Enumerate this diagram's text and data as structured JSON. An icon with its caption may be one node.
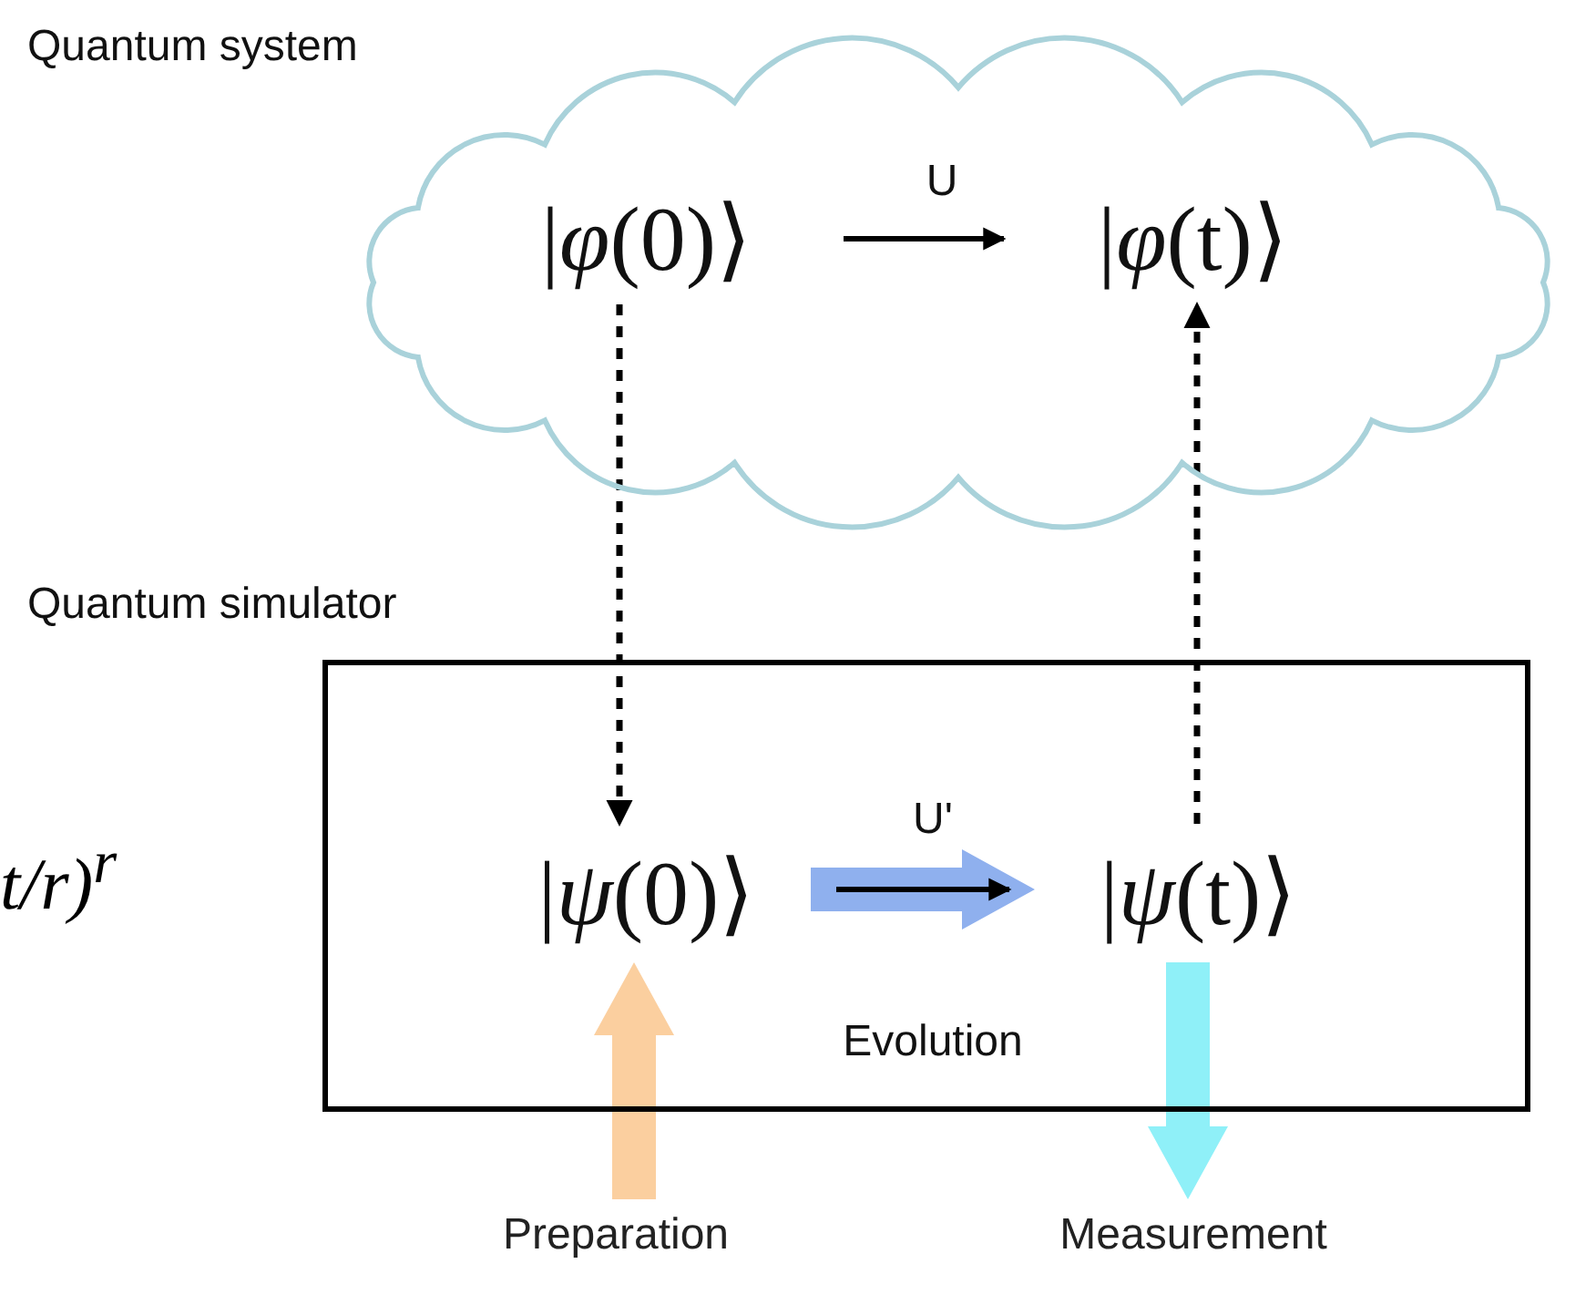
{
  "diagram": {
    "nodes": [
      {
        "text": [
          "Quantum system"
        ]
      },
      {
        "text": [
          "|*φ*(0)⟩"
        ],
        "in": 0
      },
      {
        "text": [
          "|*φ*(t)⟩"
        ],
        "in": 0
      },
      {
        "text": [
          "Quantum simulator"
        ]
      },
      {
        "text": [
          "|*ψ*(0)⟩"
        ],
        "in": 3
      },
      {
        "text": [
          "|*ψ*(t)⟩"
        ],
        "in": 3
      },
      {
        "text": [
          "Preparation"
        ]
      },
      {
        "text": [
          "Measurement"
        ]
      }
    ],
    "edges": [
      {
        "from": 1,
        "to": 2,
        "arrow": "to",
        "label": "U"
      },
      {
        "from": 1,
        "to": 4,
        "arrow": "to",
        "style": "dashed"
      },
      {
        "from": 5,
        "to": 2,
        "arrow": "to",
        "style": "dashed"
      },
      {
        "from": 4,
        "to": 5,
        "arrow": "to",
        "style": "thick",
        "color": "#8fb0ee",
        "label": "Evolution"
      },
      {
        "from": 4,
        "to": 5,
        "arrow": "to",
        "label": "U'"
      },
      {
        "from": 6,
        "to": 4,
        "arrow": "to",
        "style": "thick",
        "color": "#fbcf9f"
      },
      {
        "from": 5,
        "to": 7,
        "arrow": "to",
        "style": "thick",
        "color": "#8ff0f8"
      }
    ],
    "labels": [
      "t/r)$^{r}$"
    ]
  }
}
